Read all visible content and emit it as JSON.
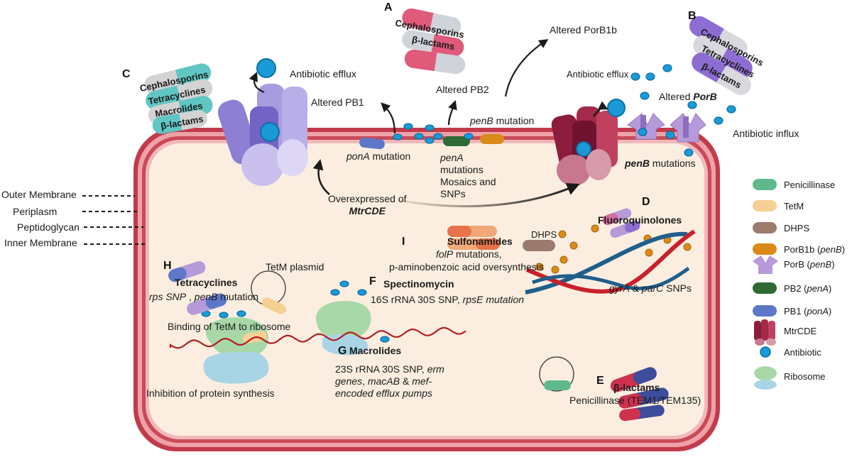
{
  "panel_letters": {
    "A": "A",
    "B": "B",
    "C": "C",
    "D": "D",
    "E": "E",
    "F": "F",
    "G": "G",
    "H": "H",
    "I": "I"
  },
  "pill_labels": {
    "A": [
      "Cephalosporins",
      "β-lactams"
    ],
    "B": [
      "Cephalosporins",
      "Tetracyclines",
      "β-lactams"
    ],
    "C": [
      "Cephalosporins",
      "Tetracyclines",
      "Macrolides",
      "β-lactams"
    ]
  },
  "labels": {
    "antibiotic_efflux_left": "Antibiotic efflux",
    "altered_pb1": "Altered PB1",
    "altered_pb2": "Altered PB2",
    "altered_porb1b": "Altered PorB1b",
    "antibiotic_efflux_right": "Antibiotic efflux",
    "altered_porb_prefix": "Altered ",
    "altered_porb_gene": "PorB",
    "antibiotic_influx": "Antibiotic influx",
    "penb_mutation_gene": "penB",
    "penb_mutation_rest": " mutation",
    "pona_mutation_gene": "ponA",
    "pona_mutation_rest": " mutation",
    "pena_gene": "penA",
    "pena_line2": "mutations",
    "pena_line3": "Mosaics and",
    "pena_line4": "SNPs",
    "penb_mutations_gene": "penB",
    "penb_mutations_rest": " mutations",
    "overexpressed_line1": "Overexpressed of",
    "overexpressed_line2": "MtrCDE",
    "fluoroquinolones": "Fluoroquinolones",
    "dhps": "DHPS",
    "gyra_gene": "gyrA",
    "gyra_amp": " & ",
    "parc_gene": "parC",
    "parc_snps": " SNPs",
    "sulfonamides": "Sulfonamides",
    "folp_gene": "folP",
    "folp_rest": " mutations,",
    "paba": "p-aminobenzoic acid oversynthesis",
    "spectinomycin": "Spectinomycin",
    "spect_line": "16S rRNA 30S SNP, ",
    "spect_gene": "rpsE mutation",
    "tetm_plasmid": "TetM plasmid",
    "tetracyclines": "Tetracyclines",
    "rps_snp": "rps SNP",
    "tet_sep": " , ",
    "tet_penb": "penB",
    "tet_mutation": " mutation",
    "binding_tetm": "Binding of TetM to ribosome",
    "macrolides": "Macrolides",
    "mac_line1_prefix": "23S rRNA 30S SNP, ",
    "mac_line1_gene": "erm",
    "mac_line2_a": "genes",
    "mac_line2_b": ", ",
    "mac_line2_c": "macAB",
    "mac_line2_d": " & ",
    "mac_line2_e": "mef-",
    "mac_line3": "encoded efflux pumps",
    "inhibition": "Inhibition of protein synthesis",
    "blactams_e": "β-lactams",
    "penicillinase_e": "Penicillinase (TEM1/TEM135)"
  },
  "membrane_labels": [
    "Outer Membrane",
    "Periplasm",
    "Peptidoglycan",
    "Inner Membrane"
  ],
  "legend": [
    {
      "label": "Penicillinase",
      "gene": "",
      "icon": "penicillinase-icon",
      "color": "#5fb98c"
    },
    {
      "label": "TetM",
      "gene": "",
      "icon": "tetm-icon",
      "color": "#f6cf93"
    },
    {
      "label": "DHPS",
      "gene": "",
      "icon": "dhps-icon",
      "color": "#9b7b6e"
    },
    {
      "label": "PorB1b (",
      "gene": "penB",
      "suffix": ")",
      "icon": "porb1b-icon",
      "color": "#d98a18"
    },
    {
      "label": "PorB (",
      "gene": "penB",
      "suffix": ")",
      "icon": "porb-icon",
      "color": "#b79ad9"
    },
    {
      "label": "PB2 (",
      "gene": "penA",
      "suffix": ")",
      "icon": "pb2-icon",
      "color": "#2e6b34"
    },
    {
      "label": "PB1 (",
      "gene": "ponA",
      "suffix": ")",
      "icon": "pb1-icon",
      "color": "#5d78c9"
    },
    {
      "label": "MtrCDE",
      "gene": "",
      "icon": "mtrcde-icon",
      "color": "#8c1d3d"
    },
    {
      "label": "Antibiotic",
      "gene": "",
      "icon": "antibiotic-icon",
      "color": "#1a9ad6"
    },
    {
      "label": "Ribosome",
      "gene": "",
      "icon": "ribosome-icon",
      "color": "#a8d8a8"
    }
  ],
  "colors": {
    "cell_outer": "#c23b4a",
    "cell_periplasm": "#eea2a8",
    "cytoplasm": "#fbeee0",
    "antibiotic": "#1a9ad6",
    "mtrcde_left": "#8c7fd4",
    "mtrcde_right": "#8c1d3d",
    "dna_red": "#c9202a",
    "dna_blue": "#1f5f8b",
    "mrna": "#b01e23"
  }
}
